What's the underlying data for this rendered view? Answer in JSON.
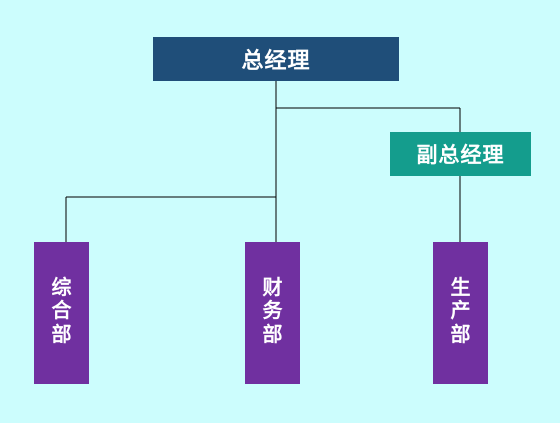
{
  "org_chart": {
    "root": "总经理",
    "deputy": "副总经理",
    "departments": [
      "综合部",
      "财务部",
      "生产部"
    ]
  },
  "colors": {
    "background": "#ccfdfd",
    "root": "#1f4e79",
    "deputy": "#149d8d",
    "department": "#7030a0",
    "line": "#000000"
  }
}
